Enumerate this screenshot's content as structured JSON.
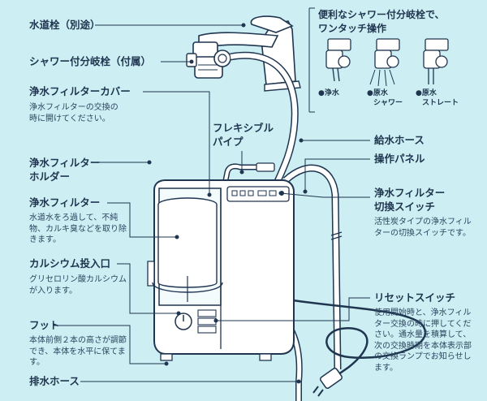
{
  "labels": {
    "faucet": "水道栓（別途）",
    "shower_valve": "シャワー付分岐栓（付属）",
    "filter_cover": "浄水フィルターカバー",
    "filter_cover_desc": "浄水フィルターの交換の時に開けてください。",
    "filter_holder_1": "浄水フィルター",
    "filter_holder_2": "ホルダー",
    "filter": "浄水フィルター",
    "filter_desc": "水道水をろ過して、不純物、カルキ臭などを取り除きます。",
    "calcium_inlet": "カルシウム投入口",
    "calcium_desc": "グリセロリン酸カルシウムが入ります。",
    "foot": "フット",
    "foot_desc": "本体前側２本の高さが調節でき、本体を水平に保てます。",
    "drain_hose": "排水ホース",
    "flexible_pipe_1": "フレキシブル",
    "flexible_pipe_2": "パイプ",
    "supply_hose": "給水ホース",
    "control_panel": "操作パネル",
    "filter_switch_1": "浄水フィルター",
    "filter_switch_2": "切換スイッチ",
    "filter_switch_desc": "活性炭タイプの浄水フィルターの切換スイッチです。",
    "reset_switch": "リセットスイッチ",
    "reset_desc": "使用開始時と、浄水フィルター交換の時に押してください。通水量を積算して、次の交換時期を本体表示部の交換ランプでお知らせします。"
  },
  "inset": {
    "title_1": "便利なシャワー付分岐栓で、",
    "title_2": "ワンタッチ操作",
    "modes": [
      {
        "line1": "●浄水",
        "line2": ""
      },
      {
        "line1": "●原水",
        "line2": "シャワー"
      },
      {
        "line1": "●原水",
        "line2": "ストレート"
      }
    ]
  },
  "colors": {
    "background": "#cdeef2",
    "ink": "#1f3550",
    "body_fill": "#ffffff"
  }
}
